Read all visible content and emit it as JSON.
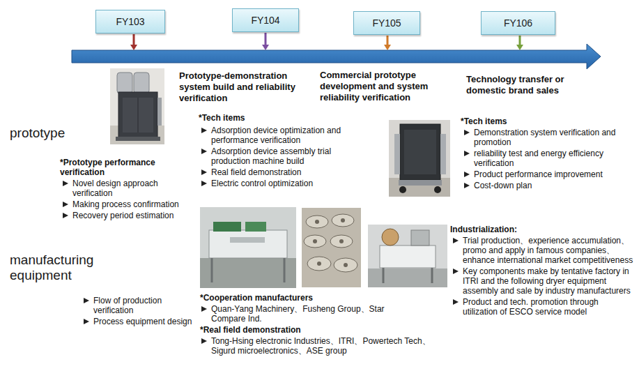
{
  "diagram": {
    "nodes": [
      {
        "text": [
          "FY103"
        ]
      },
      {
        "text": [
          "FY104"
        ]
      },
      {
        "text": [
          "FY105"
        ]
      },
      {
        "text": [
          "FY106"
        ]
      }
    ],
    "labels": [
      "Prototype-demonstration system build and reliability verification",
      "Commercial prototype development and system reliability verification",
      "Technology transfer or domestic brand sales",
      "prototype",
      "manufacturing equipment",
      "*Tech items",
      "Adsorption device optimization and performance verification",
      "Adsorption device assembly trial production machine build",
      "Real field demonstration",
      "Electric control optimization",
      "*Prototype performance verification",
      "Novel design approach verification",
      "Making process confirmation",
      "Recovery period estimation",
      "*Tech items",
      "Demonstration system verification and promotion",
      "reliability test and energy efficiency verification",
      "Product performance improvement",
      "Cost-down plan",
      "Industrialization:",
      "Trial production、experience accumulation、promo and apply in famous companies、enhance international market competitiveness",
      "Key components make by tentative factory in ITRI and the following dryer equipment assembly and sale by industry manufacturers",
      "Product and tech. promotion through utilization of ESCO service model",
      "Flow of production verification",
      "Process equipment design",
      "*Cooperation manufacturers",
      "Quan-Yang Machinery、Fusheng Group、Star Compare Ind.",
      "*Real field demonstration",
      "Tong-Hsing electronic Industries、ITRI、Powertech Tech、Sigurd microelectronics、ASE group"
    ]
  }
}
